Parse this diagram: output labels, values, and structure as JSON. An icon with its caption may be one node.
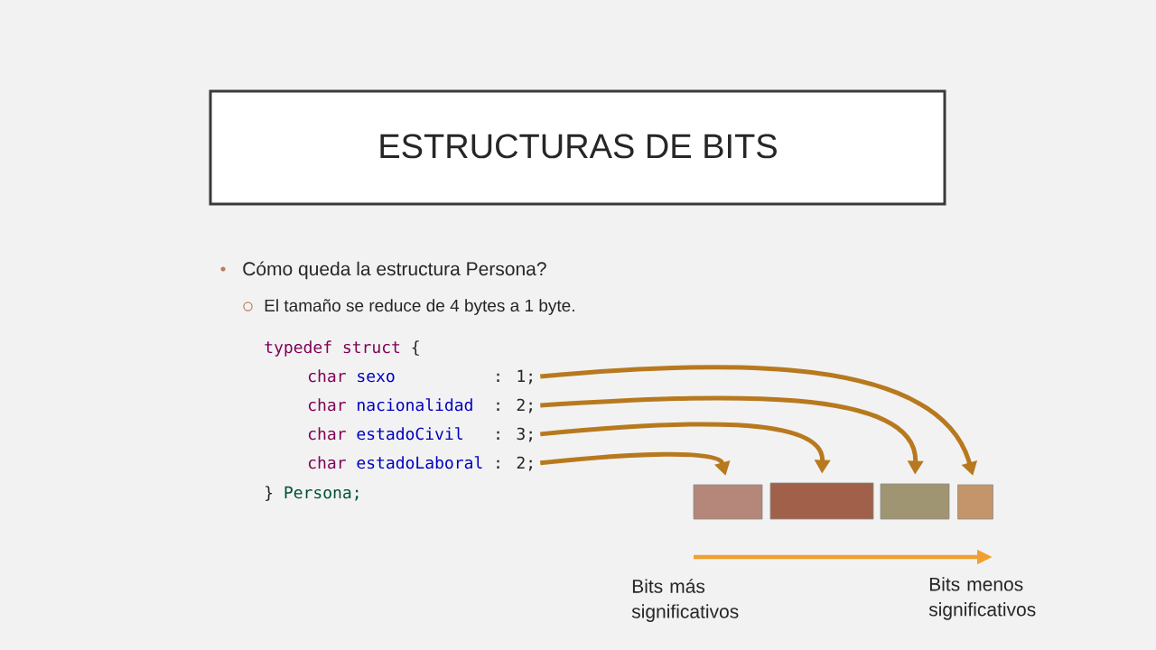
{
  "diagram": {
    "title": "ESTRUCTURAS DE BITS",
    "nodes": [
      {
        "text": [
          "char",
          "sexo",
          ": 1;"
        ]
      },
      {
        "text": [
          "char",
          "nacionalidad",
          ": 2;"
        ]
      },
      {
        "text": [
          "char",
          "estadoCivil",
          ": 3;"
        ]
      },
      {
        "text": [
          "char",
          "estadoLaboral",
          ": 2;"
        ]
      },
      {
        "text": [],
        "shape": "box"
      },
      {
        "text": [],
        "shape": "box"
      },
      {
        "text": [],
        "shape": "box"
      },
      {
        "text": [],
        "shape": "box"
      }
    ],
    "edges": [
      {
        "from": 0,
        "to": 7,
        "arrow": "to"
      },
      {
        "from": 1,
        "to": 6,
        "arrow": "to"
      },
      {
        "from": 2,
        "to": 5,
        "arrow": "to"
      },
      {
        "from": 3,
        "to": 4,
        "arrow": "to"
      }
    ],
    "labels": [
      "Cómo queda la estructura Persona?",
      "El tamaño se reduce de 4 bytes a 1 byte.",
      "typedef struct",
      "{",
      "}",
      "Persona;",
      "Bits más significativos",
      "Bits menos significativos"
    ]
  }
}
